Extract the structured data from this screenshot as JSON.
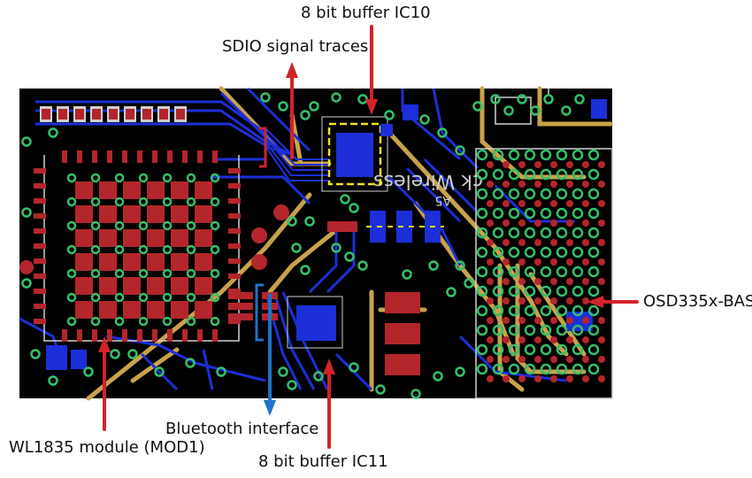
{
  "labels": {
    "buffer_ic10": "8 bit buffer IC10",
    "sdio_traces": "SDIO signal traces",
    "osd335x": "OSD335x-BAS",
    "bluetooth": "Bluetooth interface",
    "wl1835": "WL1835 module (MOD1)",
    "buffer_ic11": "8 bit buffer IC11"
  },
  "board_text": {
    "silkscreen": "ck Wireless",
    "silk_small": "A5"
  },
  "colors": {
    "board_bg": "#000000",
    "copper_top": "#1c2fd8",
    "copper_bottom": "#c9a24a",
    "pad_red": "#b3262b",
    "via_green": "#35c06a",
    "silkscreen": "#cfcfcf",
    "callout_red": "#d1232a",
    "callout_blue": "#1e73c8",
    "highlight_yellow": "#f2e21c"
  }
}
